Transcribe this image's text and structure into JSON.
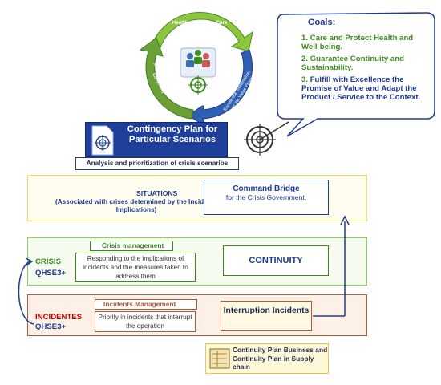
{
  "cycle": {
    "segment_health": "Health: Self-care, Care and Protect.",
    "segment_excellence": "Excellence: Materialize, Adjust the Value Promise, Fulfill the Requirements.",
    "segment_smart": "Smart decisions and actions to guarantee Continuity",
    "colors": {
      "health": "#8cc63f",
      "excellence": "#2f5fb3",
      "smart": "#6aa037"
    }
  },
  "goals": {
    "title": "Goals:",
    "items": [
      {
        "num": "1.",
        "text": "Care and Protect Health and Well-being."
      },
      {
        "num": "2.",
        "text": "Guarantee Continuity and Sustainability."
      },
      {
        "num": "3.",
        "text": "Fulfill with Excellence the Promise of Value and Adapt the Product / Service to the Context."
      }
    ]
  },
  "contingency": {
    "title": "Contingency Plan for Particular Scenarios",
    "subtitle": "Analysis and prioritization of crisis scenarios"
  },
  "situations": {
    "title": "SITUATIONS",
    "description": "(Associated with crises determined by the Incidents Implications)",
    "command_title": "Command Bridge",
    "command_sub": "for the Crisis Government."
  },
  "crisis": {
    "label": "CRISIS",
    "code_prefix": "QHSE",
    "code_suffix": "3+",
    "management_label": "Crisis management",
    "description": "Responding to the implications of incidents and the measures taken to address them",
    "outcome": "CONTINUITY"
  },
  "incidents": {
    "label": "INCIDENTES",
    "code_prefix": "QHSE",
    "code_suffix": "3+",
    "management_label": "Incidents Management",
    "description": "Priority in incidents that interrupt the operation",
    "outcome": "Interruption Incidents"
  },
  "bcp": {
    "text": "Continuity Plan Business and Continuity Plan in Supply chain"
  },
  "colors": {
    "navy": "#1f3a93",
    "green": "#3d8a1e",
    "red": "#c00000",
    "yellow_border": "#f0dc5a",
    "green_border": "#8cd35c",
    "brown_border": "#b25a3a"
  }
}
